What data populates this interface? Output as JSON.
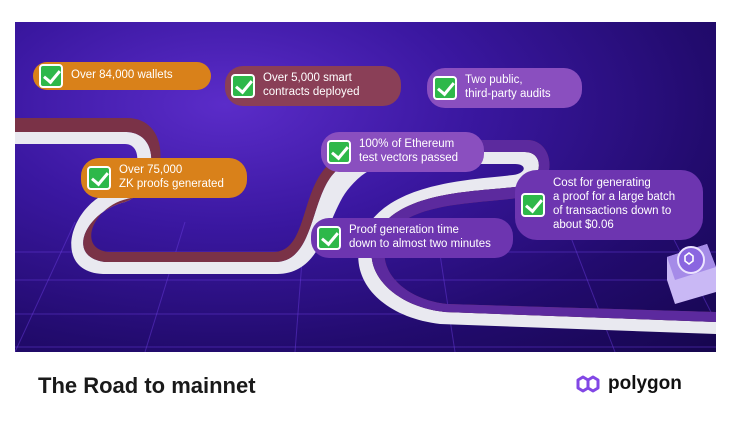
{
  "milestones": [
    {
      "text": "Over 84,000 wallets"
    },
    {
      "text": "Over 5,000 smart\ncontracts deployed"
    },
    {
      "text": "Two public,\nthird-party audits"
    },
    {
      "text": "100% of Ethereum\ntest vectors passed"
    },
    {
      "text": "Over 75,000\nZK proofs generated"
    },
    {
      "text": "Cost for generating\na proof for a large batch\nof transactions down to\nabout $0.06"
    },
    {
      "text": "Proof generation time\ndown to almost two minutes"
    }
  ],
  "footer": {
    "title": "The Road to mainnet",
    "brand": "polygon"
  },
  "colors": {
    "background": "#2a0f85",
    "road": "#f1f1f5",
    "check": "#2eb84a",
    "brand": "#8247e5"
  },
  "icons": [
    "checkmark-icon",
    "polygon-logo-icon",
    "polygon-token-icon"
  ]
}
